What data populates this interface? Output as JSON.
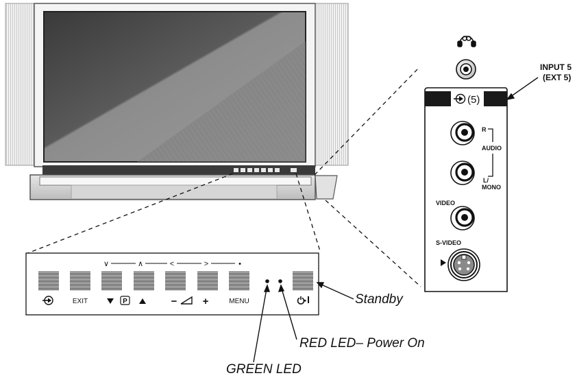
{
  "panel_labels": {
    "input_icon": "⊕",
    "exit": "EXIT",
    "program": "P",
    "volume_minus": "−",
    "volume_plus": "+",
    "menu": "MENU",
    "power": "⏻▪"
  },
  "nav_symbols": [
    "∨",
    "∧",
    "<",
    ">",
    "•"
  ],
  "side_panel": {
    "input_label": "(5)",
    "audio_r": "R",
    "audio": "AUDIO",
    "audio_l_line1": "L/",
    "audio_l_line2": "MONO",
    "video": "VIDEO",
    "svideo": "S-VIDEO"
  },
  "annotations": {
    "input5_line1": "INPUT 5",
    "input5_line2": "(EXT 5)",
    "standby": "Standby",
    "red_led": "RED LED– Power On",
    "green_led": "GREEN LED"
  },
  "icons": [
    "headphone-icon",
    "input-arrow-icon",
    "volume-ramp-icon",
    "power-icon"
  ]
}
